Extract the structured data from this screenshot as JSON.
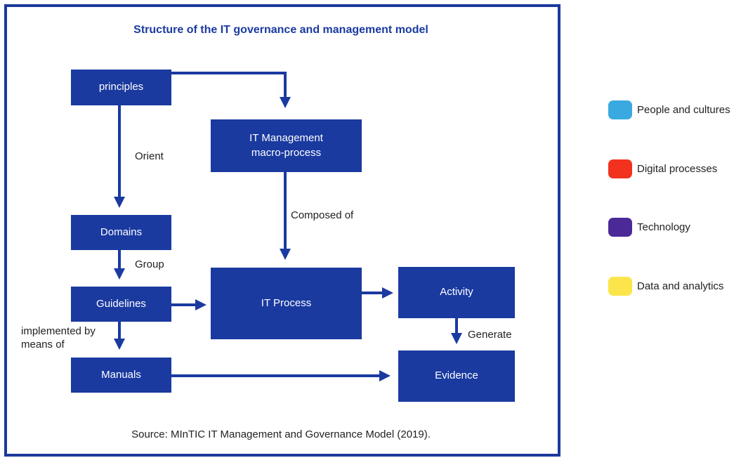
{
  "diagram": {
    "title": "Structure of the IT governance and management model",
    "source": "Source: MInTIC IT Management and Governance Model (2019).",
    "nodes": {
      "principles": "principles",
      "it_macro": "IT Management\nmacro-process",
      "domains": "Domains",
      "guidelines": "Guidelines",
      "it_process": "IT Process",
      "activity": "Activity",
      "manuals": "Manuals",
      "evidence": "Evidence"
    },
    "edge_labels": {
      "orient": "Orient",
      "composed_of": "Composed of",
      "group": "Group",
      "implemented_by": "implemented by\nmeans of",
      "generate": "Generate"
    },
    "colors": {
      "box": "#1a3aa0",
      "arrow": "#1a3aa0",
      "frame": "#1c3a9c"
    }
  },
  "legend": {
    "items": [
      {
        "label": "People and cultures",
        "color": "#3aa9e0"
      },
      {
        "label": "Digital processes",
        "color": "#f2321e"
      },
      {
        "label": "Technology",
        "color": "#4b2a98"
      },
      {
        "label": "Data and analytics",
        "color": "#fbe54a"
      }
    ]
  }
}
